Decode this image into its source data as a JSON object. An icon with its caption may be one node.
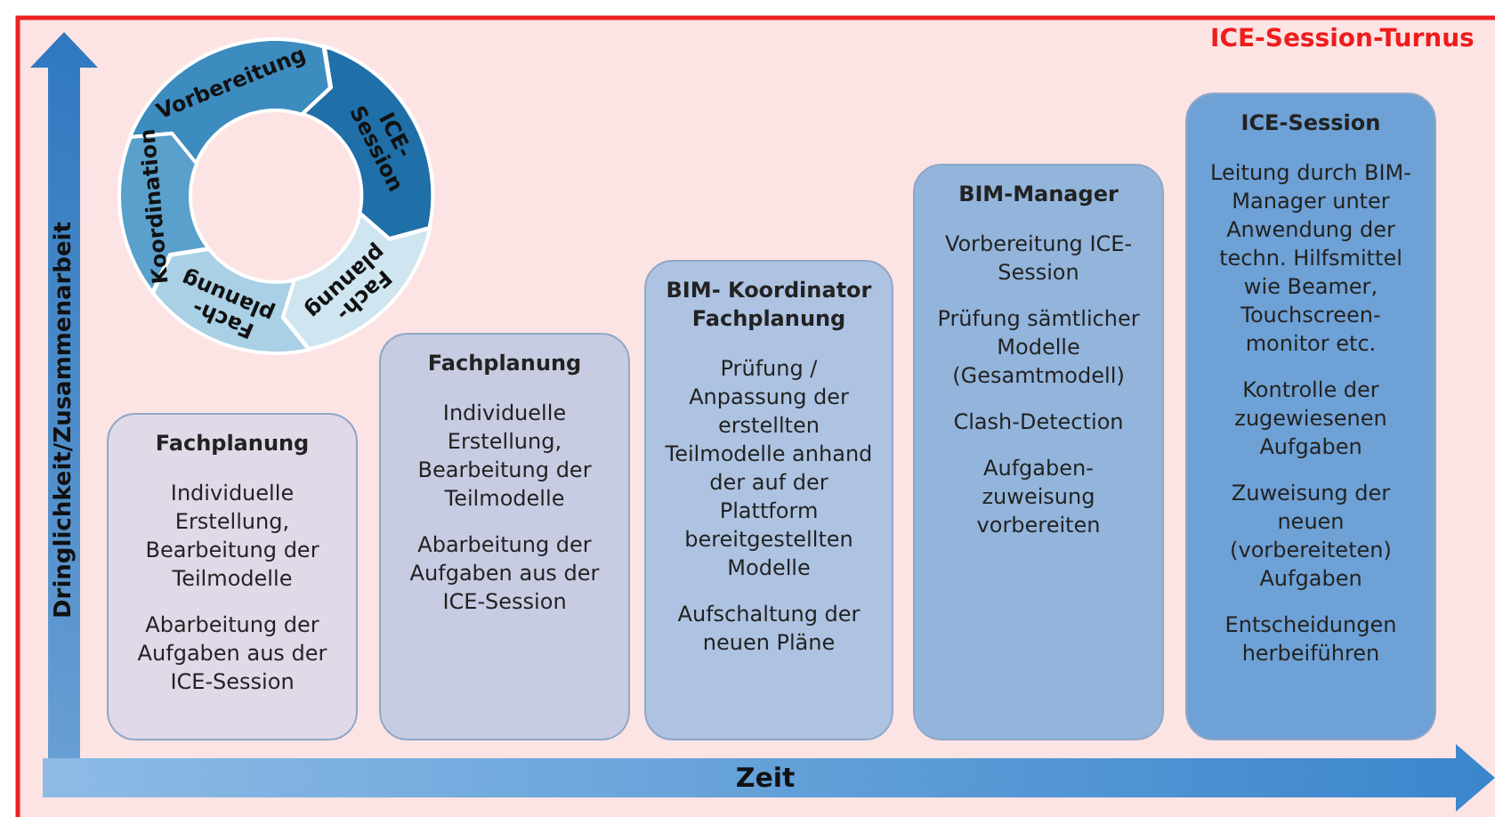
{
  "diagram": {
    "nodes": [
      {
        "text": [
          "Vorbereitung"
        ]
      },
      {
        "text": [
          "ICE- Session"
        ]
      },
      {
        "text": [
          "Fach- planung"
        ]
      },
      {
        "text": [
          "Fach- planung"
        ]
      },
      {
        "text": [
          "Koordination"
        ]
      },
      {
        "text": [
          "Fachplanung",
          "Individuelle Erstellung, Bearbeitung der Teilmodelle",
          "Abarbeitung der Aufgaben aus der ICE-Session"
        ]
      },
      {
        "text": [
          "Fachplanung",
          "Individuelle Erstellung, Bearbeitung der Teilmodelle",
          "Abarbeitung der Aufgaben aus der ICE-Session"
        ]
      },
      {
        "text": [
          "BIM- Koordinator Fachplanung",
          "Prüfung / Anpassung der erstellten Teilmodelle anhand der auf der Plattform bereitgestellten Modelle",
          "Aufschaltung der neuen Pläne"
        ]
      },
      {
        "text": [
          "BIM-Manager",
          "Vorbereitung ICE-Session",
          "Prüfung sämtlicher Modelle (Gesamtmodell)",
          "Clash-Detection",
          "Aufgaben- zuweisung vorbereiten"
        ]
      },
      {
        "text": [
          "ICE-Session",
          "Leitung durch BIM-Manager unter Anwendung der techn. Hilfsmittel wie Beamer, Touchscreen- monitor etc.",
          "Kontrolle der zugewiesenen Aufgaben",
          "Zuweisung der neuen (vorbereiteten) Aufgaben",
          "Entscheidungen herbeiführen"
        ]
      }
    ],
    "edges": [],
    "labels": [
      "ICE-Session-Turnus",
      "Dringlichkeit/Zusammenarbeit",
      "Zeit"
    ]
  }
}
